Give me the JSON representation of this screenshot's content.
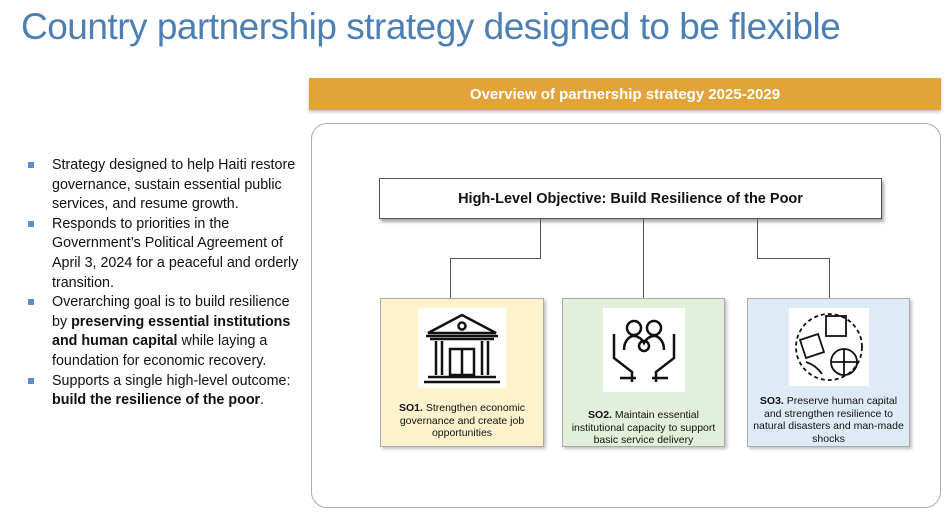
{
  "title": "Country partnership strategy designed to be flexible",
  "bullets": [
    {
      "parts": [
        {
          "t": "Strategy designed to help Haiti restore governance, sustain essential public services, and resume growth.",
          "bold": false
        }
      ]
    },
    {
      "parts": [
        {
          "t": "Responds to priorities in the Government’s Political Agreement of April 3, 2024 for a peaceful and orderly transition.",
          "bold": false
        }
      ]
    },
    {
      "parts": [
        {
          "t": "Overarching goal is to build resilience by ",
          "bold": false
        },
        {
          "t": "preserving essential institutions and human capital",
          "bold": true
        },
        {
          "t": " while laying a foundation for economic recovery.",
          "bold": false
        }
      ]
    },
    {
      "parts": [
        {
          "t": "Supports a single high-level outcome: ",
          "bold": false
        },
        {
          "t": "build the resilience of the poor",
          "bold": true
        },
        {
          "t": ".",
          "bold": false
        }
      ]
    }
  ],
  "banner": "Overview of partnership strategy 2025-2029",
  "hlo": "High-Level Objective: Build Resilience of the Poor",
  "objectives": [
    {
      "code": "SO1.",
      "text": "Strengthen economic governance and create job opportunities",
      "icon": "government-building-icon",
      "color": "#fdf2cc"
    },
    {
      "code": "SO2.",
      "text": "Maintain essential institutional capacity to support basic service delivery",
      "icon": "family-in-hands-icon",
      "color": "#e2efda"
    },
    {
      "code": "SO3.",
      "text": "Preserve human capital and strengthen resilience to natural disasters and man-made shocks",
      "icon": "global-community-icon",
      "color": "#deeaf6"
    }
  ]
}
